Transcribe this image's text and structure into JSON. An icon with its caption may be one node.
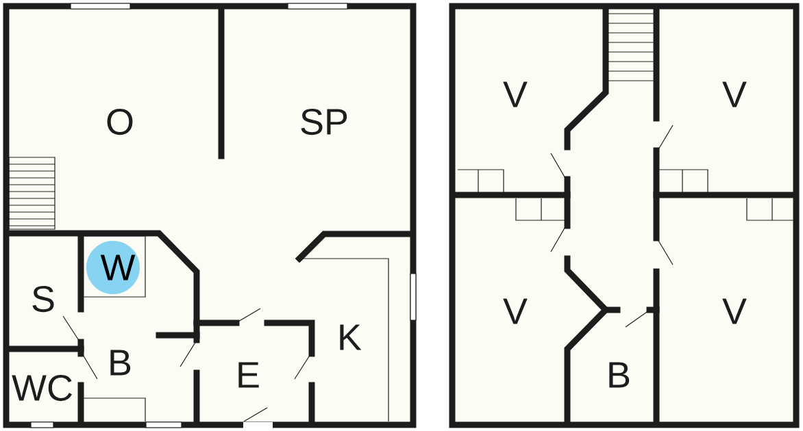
{
  "diagram": {
    "nodes": [
      {
        "text": [
          "W"
        ]
      }
    ],
    "labels": [
      "O",
      "SP",
      "S",
      "B",
      "K",
      "E",
      "WC",
      "V",
      "V",
      "V",
      "V",
      "B"
    ]
  }
}
